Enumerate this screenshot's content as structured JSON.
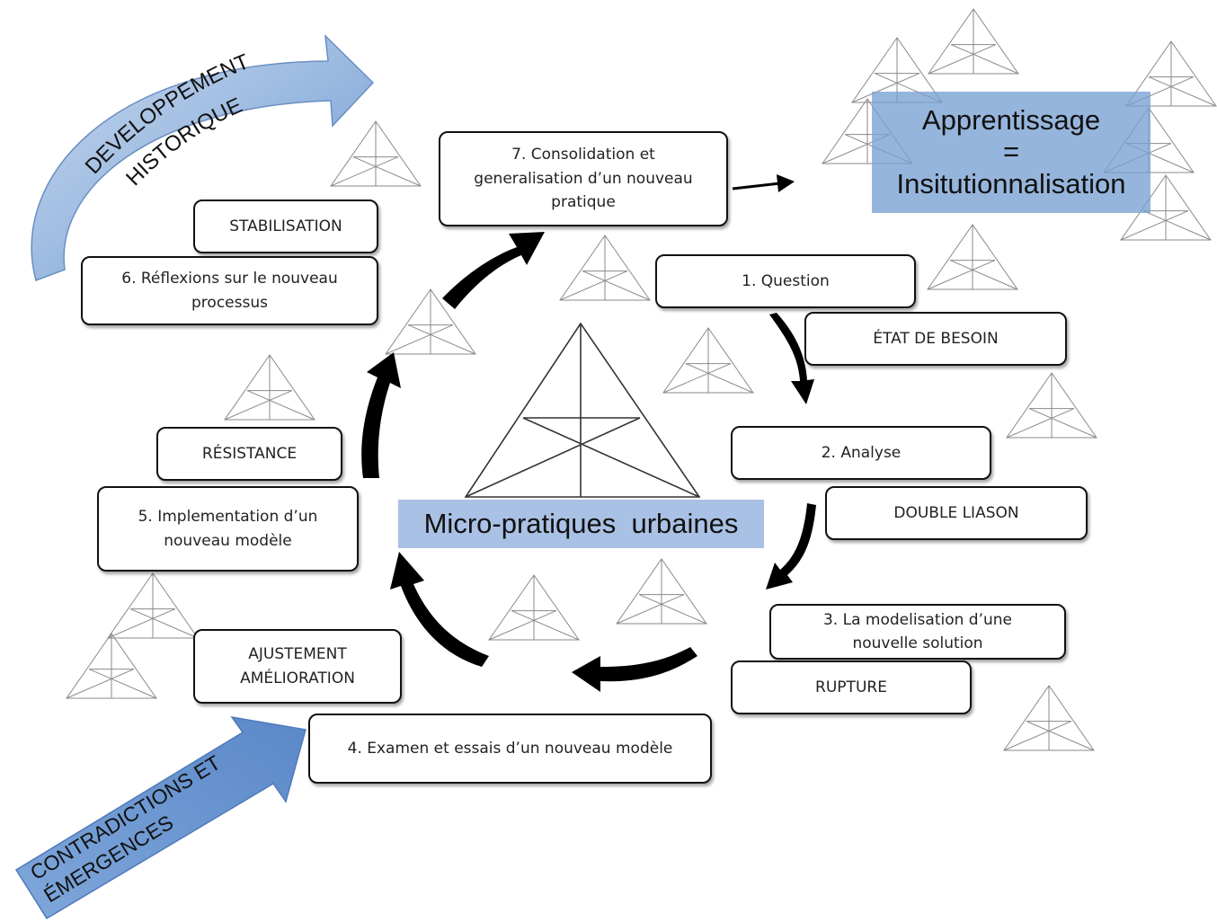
{
  "colors": {
    "box_border": "#111111",
    "blue_label": "#7aa0d2",
    "blue_arrow": "#5f8fcf",
    "triangle_stroke": "#8a8a8a",
    "cycle_arrow": "#000000"
  },
  "arcs": {
    "historical": "DEVELOPPEMENT\nHISTORIQUE",
    "historical_line1": "DEVELOPPEMENT",
    "historical_line2": "HISTORIQUE",
    "contradictions_line1": "CONTRADICTIONS ET",
    "contradictions_line2": "ÉMERGENCES"
  },
  "center": {
    "label": "Micro-pratiques  urbaines"
  },
  "outcome": {
    "line1": "Apprentissage",
    "line2": "=",
    "line3": "Insitutionnalisation"
  },
  "steps": {
    "s1": "1.   Question",
    "s2": "2. Analyse",
    "s3": "3. La modelisation d’une\nnouvelle solution",
    "s4": "4. Examen et essais d’un nouveau modèle",
    "s5": "5. Implementation d’un\nnouveau modèle",
    "s6": "6. Réflexions sur le nouveau\nprocessus",
    "s7": "7. Consolidation et\ngeneralisation d’un nouveau\npratique"
  },
  "states": {
    "besoin": "ÉTAT DE BESOIN",
    "double": "DOUBLE LIASON",
    "rupture": "RUPTURE",
    "ajustement": "AJUSTEMENT\nAMÉLIORATION",
    "resistance": "RÉSISTANCE",
    "stabilisation": "STABILISATION"
  }
}
